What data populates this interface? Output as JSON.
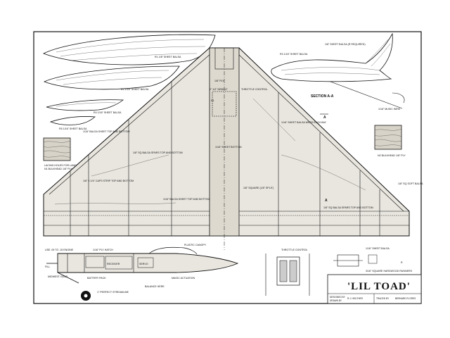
{
  "title_block": {
    "title": "'LIL TOAD'",
    "designed_by_label": "DESIGNED BY",
    "drawn_by_label": "DRAWN BY",
    "designer": "R.J. HEUTHER",
    "traced_by_label": "TRACED BY",
    "tracer": "BERNARD FLORES"
  },
  "rib_labels": {
    "r1": "R1  1/8\" SHEET BALSA",
    "r2": "R2  1/16\" SHEET BALSA",
    "r4": "R4  1/16\" SHEET BALSA",
    "r5": "R5  1/16\" SHEET BALSA",
    "r3": "R3 1/16\" SHEET BALSA",
    "r2_note": "1/8\" SHEET BALSA  (R REQUIRED)"
  },
  "wing_labels": {
    "sheet_top_bottom": "1/16\" BALSA SHEET TOP AND BOTTOM",
    "sq_spars": "1/8\" SQ BALSA SPARS TOP AND BOTTOM",
    "caps_strip": "1/8\" X 1/4\" CAPS STRIP TOP AND BOTTOM",
    "sheet_top_bottom_2": "1/16\" BALSA SHEET TOP AND BOTTOM",
    "sheet_webs": "1/16\" SHEET BALSA WEBS EACH BAY",
    "square_sq": "1/8\" SQUARE (1/8\" SPLIT)",
    "sq_spars_2": "1/8\" SQ BALSA SPARS TOP AND BOTTOM",
    "sheet_edge": "1/16\" SHEET BALSA",
    "sq_sq_balsa": "1/8\" SQ SOFT BALSA",
    "hv_ply": "1/8\" PLY",
    "throttle_control": "THROTTLE CONTROL",
    "sheet_bottom": "1/16\" SHEET BOTTOM",
    "sweep_label": "2\"  1/2\" DEBOLT",
    "hatch": "1/16\" SHEET",
    "n1": "N1"
  },
  "section": {
    "label": "SECTION  A-A",
    "marker": "A",
    "music_wire": "1/16\" MUSIC WIRE",
    "bulkhead_ply": "N2 BULKHEAD 1/8\" PLY",
    "bulkhead_n1": "N1 BULKHEAD 1/8\" PLY",
    "landing_gear": "LACING HOLES FOR LANDING GEAR"
  },
  "fuselage": {
    "hatch": "1/16\" PLY HATCH",
    "canopy": "PLASTIC CANOPY",
    "engine": "USE .09 TO .15 ENGINE",
    "receiver": "RECEIVER",
    "battery": "BATTERY PACK",
    "servo": "SERVO",
    "balance": "BALANCE HERE",
    "gear": "MIDWEST GEAR",
    "wheel": "1\" PERFECT STREAMLINE",
    "actuator": "MAGIC ACTUATION",
    "fill": "FILL"
  },
  "details": {
    "throttle": "THROTTLE CONTROL",
    "square_runners": "3/16\" SQUARE HARDWOOD RUNNERS",
    "r_label": "R"
  }
}
